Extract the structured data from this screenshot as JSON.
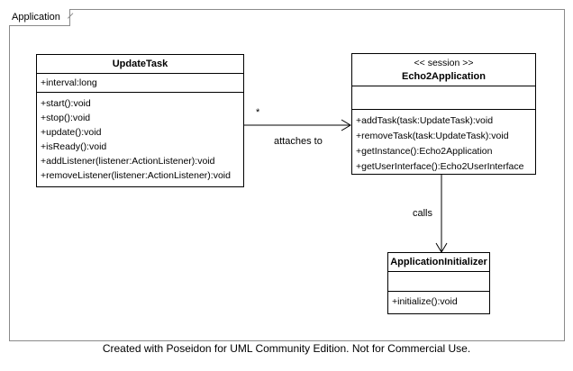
{
  "frame": {
    "label": "Application"
  },
  "classes": {
    "update_task": {
      "name": "UpdateTask",
      "attributes": [
        "+interval:long"
      ],
      "operations": [
        "+start():void",
        "+stop():void",
        "+update():void",
        "+isReady():void",
        "+addListener(listener:ActionListener):void",
        "+removeListener(listener:ActionListener):void"
      ]
    },
    "echo2_application": {
      "stereotype": "<< session >>",
      "name": "Echo2Application",
      "operations": [
        "+addTask(task:UpdateTask):void",
        "+removeTask(task:UpdateTask):void",
        "+getInstance():Echo2Application",
        "+getUserInterface():Echo2UserInterface"
      ]
    },
    "application_initializer": {
      "name": "ApplicationInitializer",
      "operations": [
        "+initialize():void"
      ]
    }
  },
  "associations": {
    "attaches": {
      "label": "attaches to",
      "multiplicity": "*"
    },
    "calls": {
      "label": "calls"
    }
  },
  "footer": "Created with Poseidon for UML Community Edition. Not for Commercial Use."
}
